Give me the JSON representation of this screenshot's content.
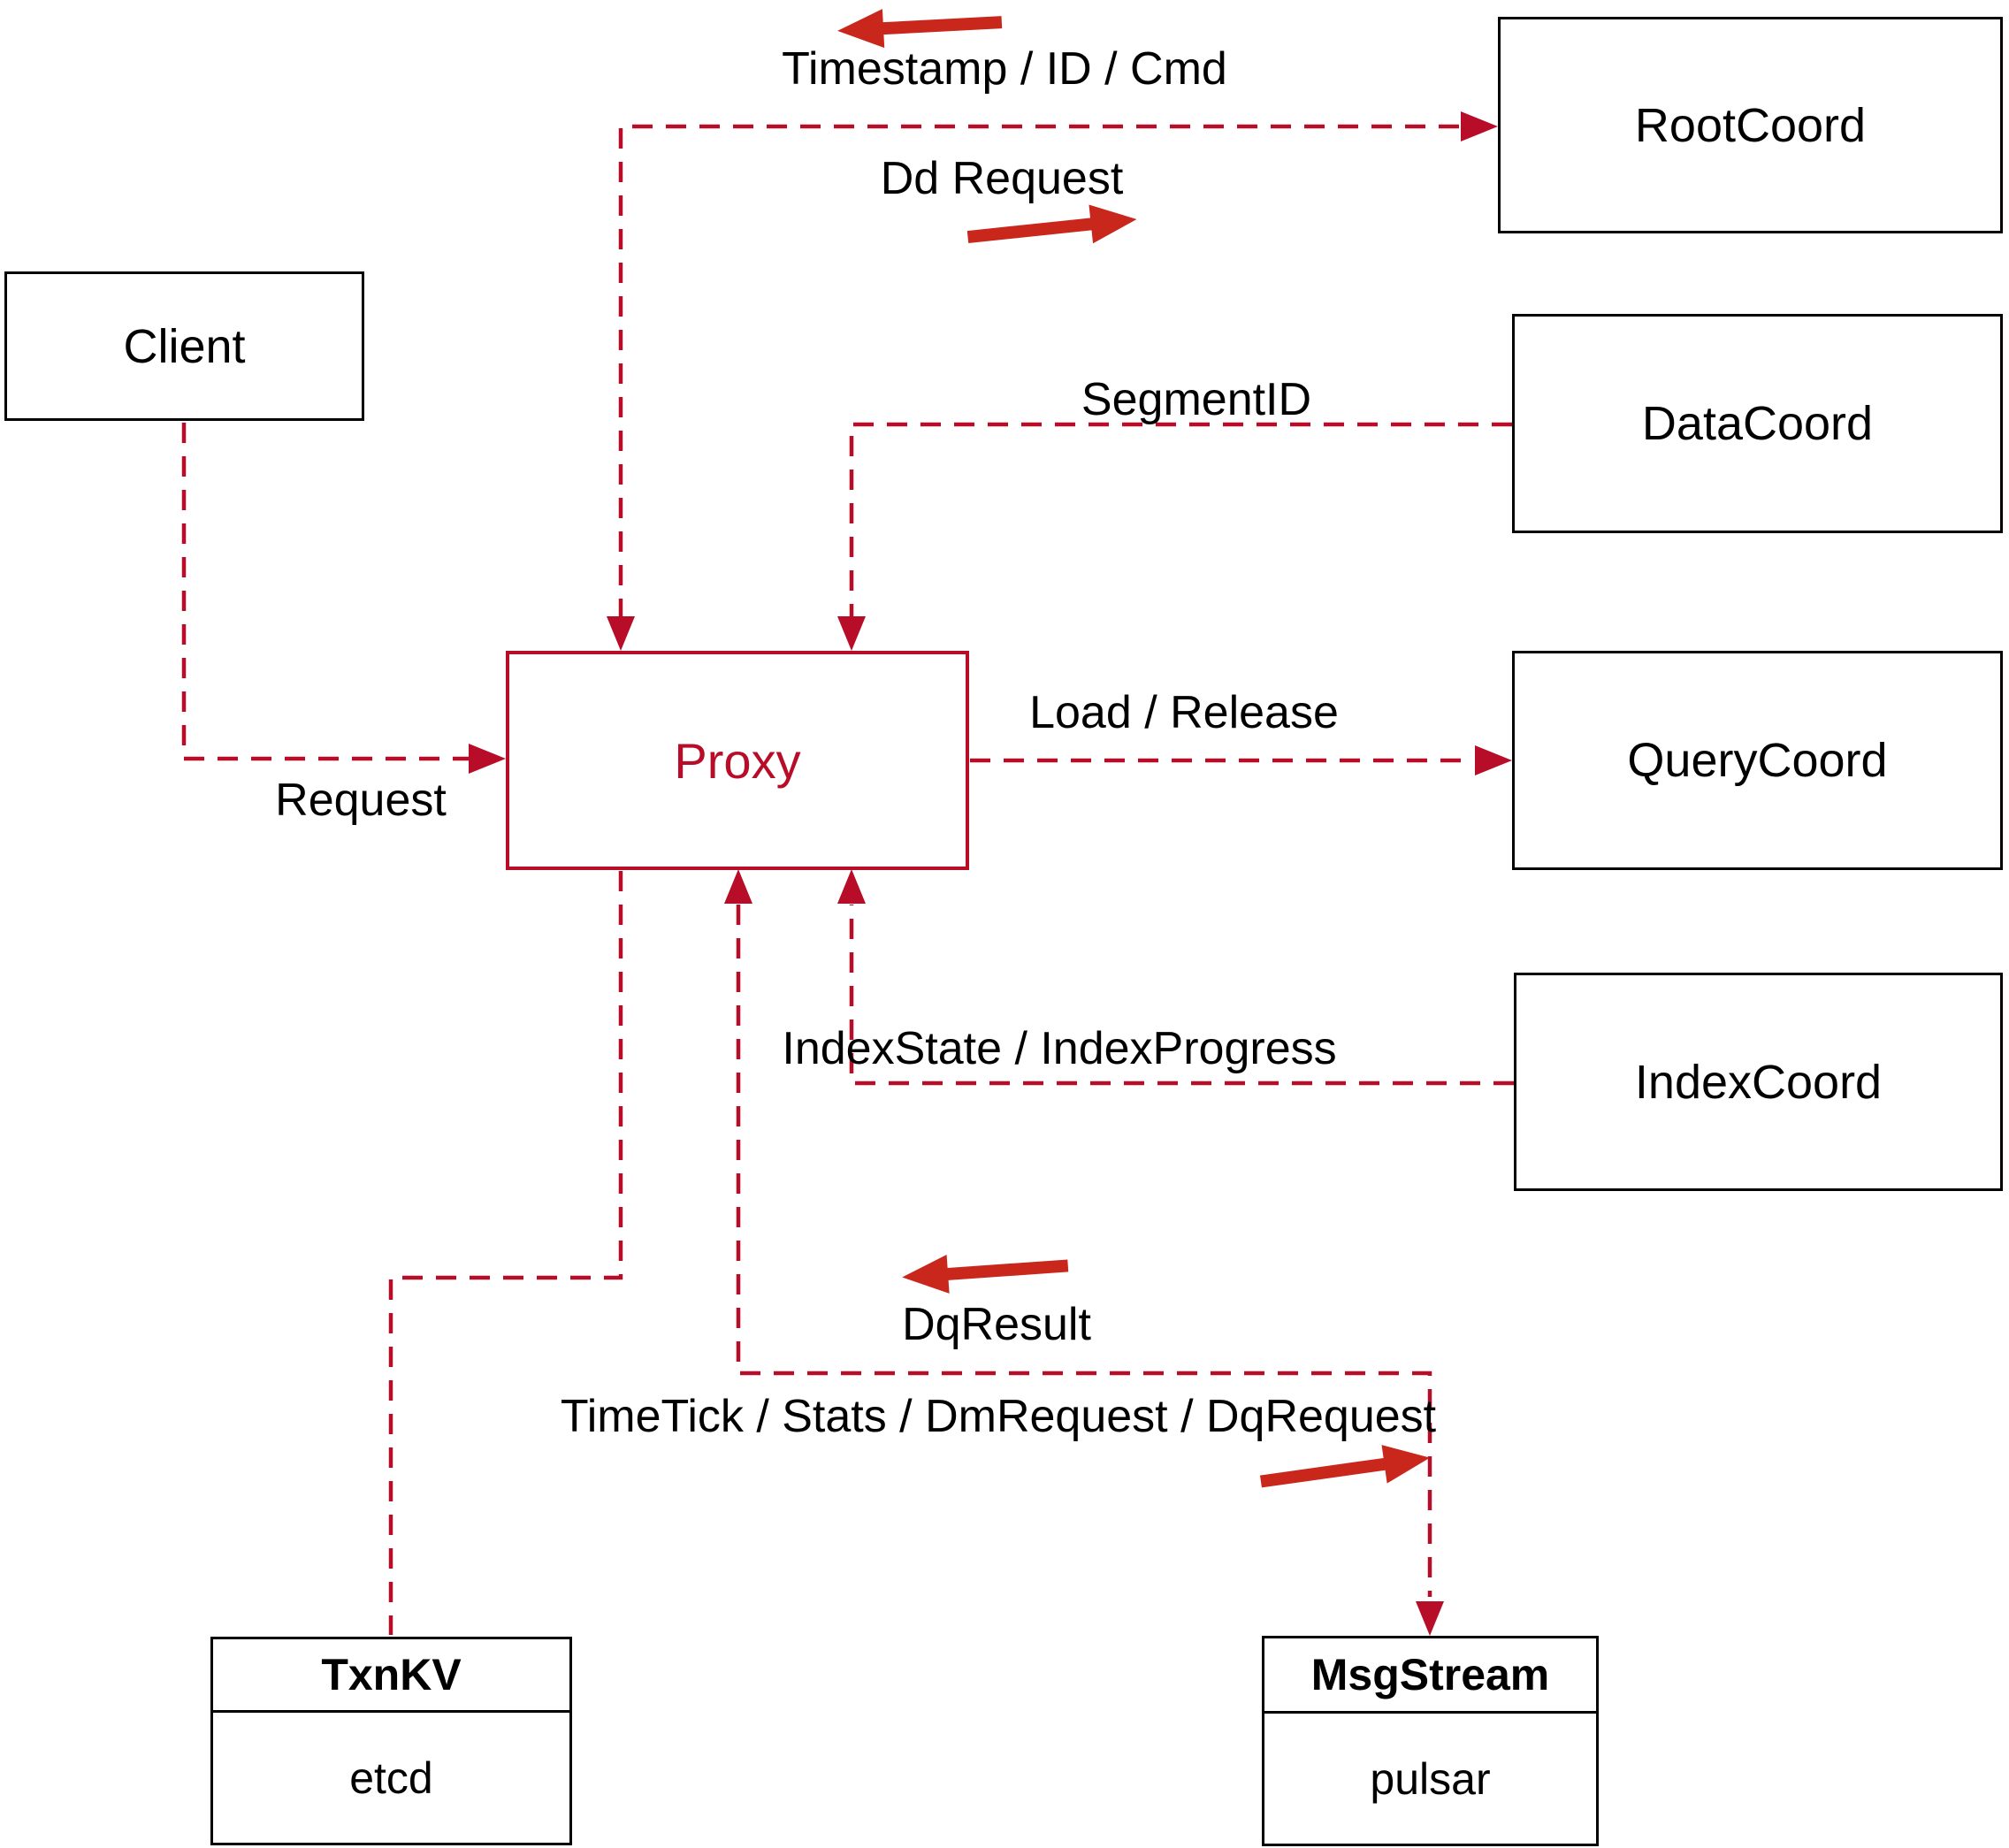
{
  "diagram": {
    "nodes": {
      "client": {
        "label": "Client"
      },
      "proxy": {
        "label": "Proxy"
      },
      "root_coord": {
        "label": "RootCoord"
      },
      "data_coord": {
        "label": "DataCoord"
      },
      "query_coord": {
        "label": "QueryCoord"
      },
      "index_coord": {
        "label": "IndexCoord"
      },
      "txn_kv": {
        "title": "TxnKV",
        "subtitle": "etcd"
      },
      "msg_stream": {
        "title": "MsgStream",
        "subtitle": "pulsar"
      }
    },
    "edge_labels": {
      "timestamp_id_cmd": "Timestamp / ID / Cmd",
      "dd_request": "Dd Request",
      "segment_id": "SegmentID",
      "load_release": "Load / Release",
      "index_state": "IndexState / IndexProgress",
      "request": "Request",
      "dq_result": "DqResult",
      "timetick": "TimeTick / Stats / DmRequest / DqRequest"
    },
    "icons": {
      "timestamp_flow_arrow": "arrow-left",
      "dd_request_flow_arrow": "arrow-right",
      "dq_result_flow_arrow": "arrow-left",
      "timetick_flow_arrow": "arrow-right"
    },
    "colors": {
      "connector": "#b70d28",
      "solid_arrow": "#c9271c",
      "box_border": "#000000",
      "text": "#000000",
      "background": "#ffffff"
    }
  }
}
